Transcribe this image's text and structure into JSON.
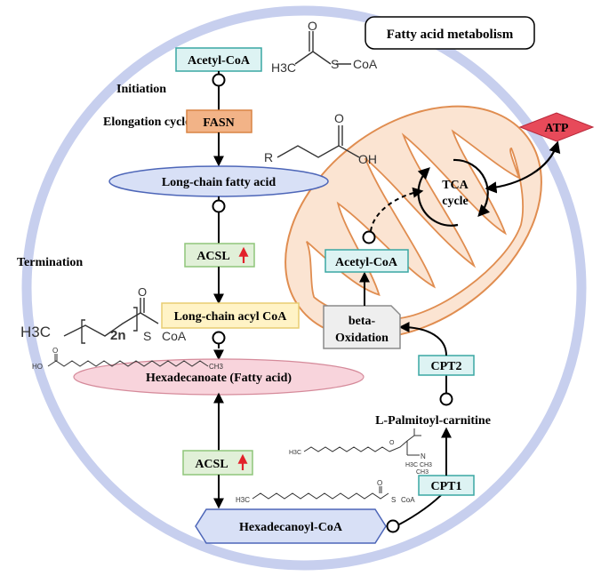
{
  "title": "Fatty acid metabolism",
  "stages": {
    "initiation": "Initiation",
    "elongation": "Elongation cycle",
    "termination": "Termination"
  },
  "nodes": {
    "acetyl_coa_top": "Acetyl-CoA",
    "fasn": "FASN",
    "long_chain_fatty_acid": "Long-chain fatty acid",
    "acsl_1": "ACSL",
    "long_chain_acyl_coa": "Long-chain acyl CoA",
    "hexadecanoate": "Hexadecanoate (Fatty acid)",
    "acsl_2": "ACSL",
    "hexadecanoyl_coa": "Hexadecanoyl-CoA",
    "cpt1": "CPT1",
    "l_palmitoyl_carnitine": "L-Palmitoyl-carnitine",
    "cpt2": "CPT2",
    "beta_oxidation_line1": "beta-",
    "beta_oxidation_line2": "Oxidation",
    "acetyl_coa_mito": "Acetyl-CoA",
    "tca_line1": "TCA",
    "tca_line2": "cycle",
    "atp": "ATP"
  },
  "structures": {
    "acetyl_coa": {
      "h3c": "H3C",
      "s": "S",
      "coa": "CoA"
    },
    "fatty_acid": {
      "r": "R",
      "oh": "OH"
    },
    "acyl_coa": {
      "h3c": "H3C",
      "n": "2n",
      "s": "S",
      "coa": "CoA"
    },
    "hexadecanoate": {
      "ho": "HO",
      "ch3": "CH3"
    },
    "hexadecanoyl_coa": {
      "h3c": "H3C",
      "s": "S",
      "coa": "CoA"
    },
    "palmitoyl_carnitine": {
      "h3c": "H3C",
      "o": "O",
      "n": "N",
      "nme": "H3C  CH3",
      "ch3": "CH3"
    }
  },
  "colors": {
    "cell_ring": "#c7cfee",
    "mito_fill": "#fbe4d2",
    "mito_stroke": "#e08d50",
    "teal_fill": "#ddf3f3",
    "teal_stroke": "#3aa7a3",
    "fasn_fill": "#f2b387",
    "green_fill": "#e1f0d8",
    "yellow_fill": "#fff3c6",
    "blue_ellipse": "#d8e0f6",
    "pink_ellipse": "#f8d4dc",
    "atp_red": "#e74a5a",
    "up_arrow_red": "#e2212a"
  }
}
